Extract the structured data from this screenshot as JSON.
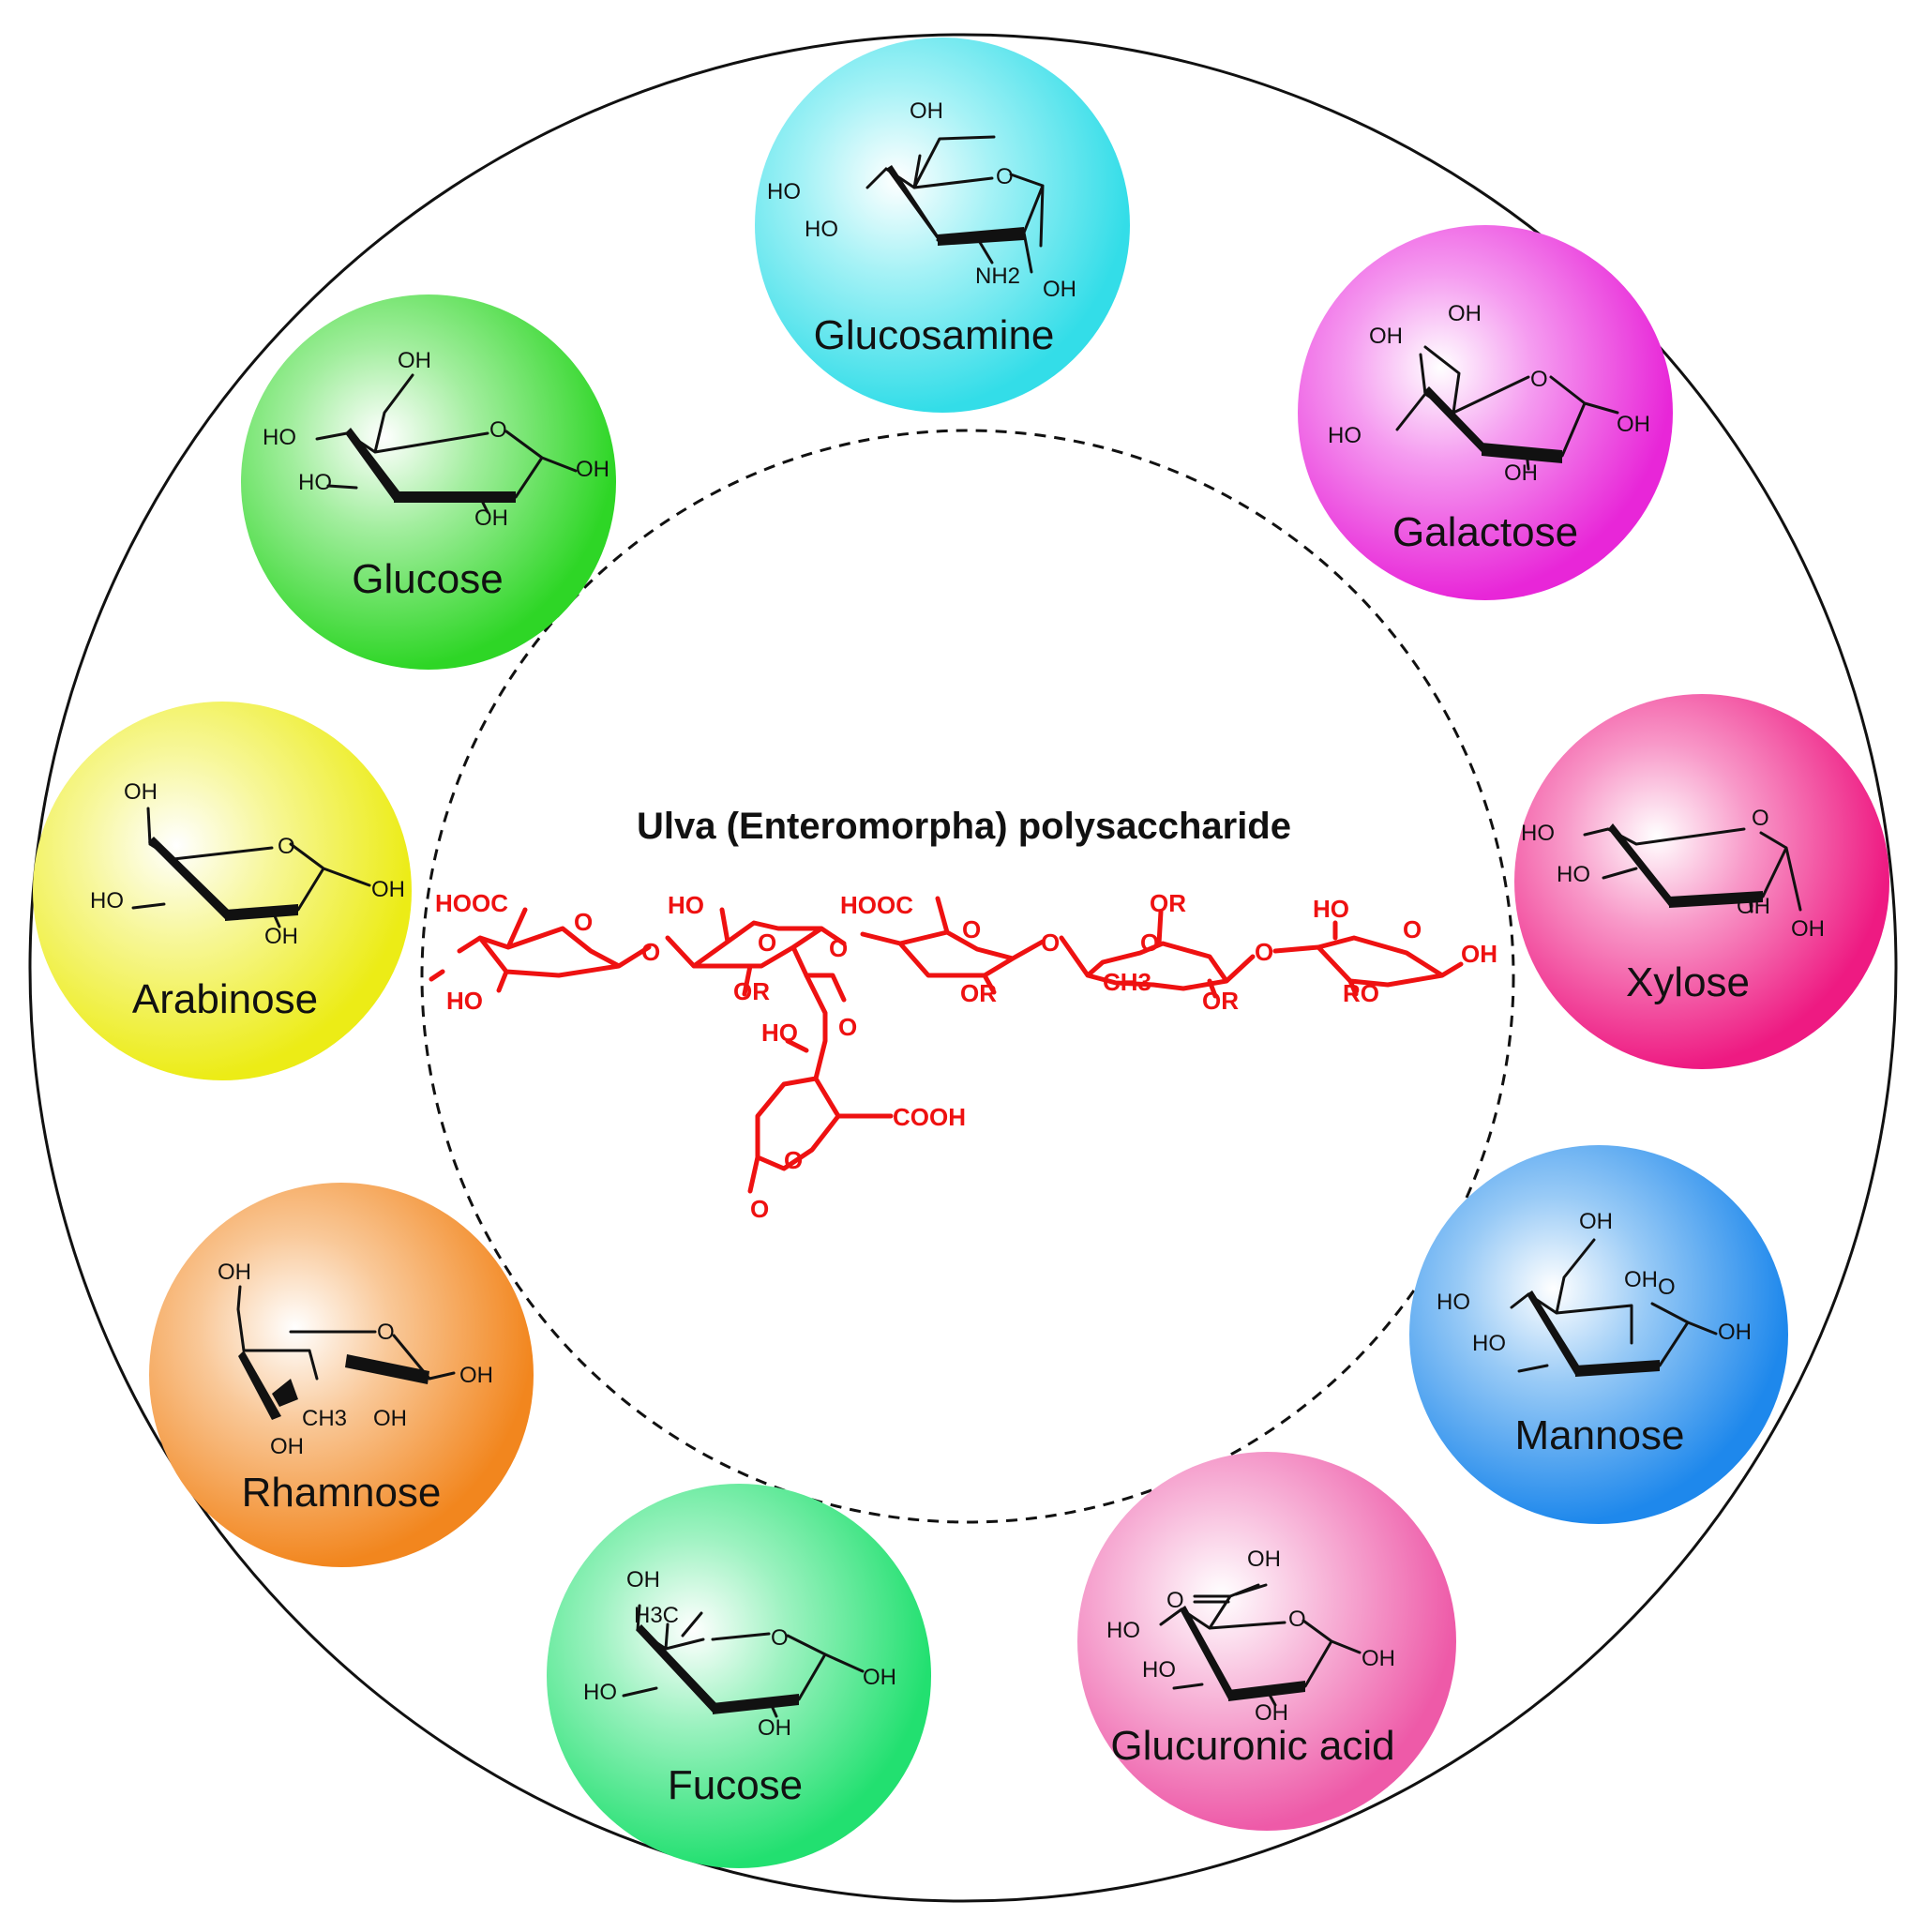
{
  "center": {
    "title": "Ulva (Enteromorpha) polysaccharide",
    "labels": [
      "HOOC",
      "O",
      "HO",
      "O",
      "HO",
      "O",
      "OR",
      "O",
      "HOOC",
      "O",
      "OR",
      "O",
      "CH3",
      "OR",
      "O",
      "OR",
      "O",
      "HO",
      "O",
      "RO",
      "OH",
      "O",
      "HO",
      "O",
      "COOH",
      "O"
    ]
  },
  "sugars": [
    {
      "name": "Glucosamine",
      "color": "#33dde8",
      "labels": [
        "OH",
        "O",
        "HO",
        "HO",
        "NH2",
        "OH"
      ]
    },
    {
      "name": "Galactose",
      "color": "#e826d8",
      "labels": [
        "OH",
        "OH",
        "O",
        "HO",
        "OH",
        "OH"
      ]
    },
    {
      "name": "Xylose",
      "color": "#ee1a82",
      "labels": [
        "HO",
        "O",
        "HO",
        "OH",
        "OH"
      ]
    },
    {
      "name": "Mannose",
      "color": "#1e88ec",
      "labels": [
        "OH",
        "OH",
        "O",
        "HO",
        "HO",
        "OH"
      ]
    },
    {
      "name": "Glucuronic acid",
      "color": "#ee5aa8",
      "labels": [
        "OH",
        "O",
        "O",
        "HO",
        "HO",
        "OH",
        "OH"
      ]
    },
    {
      "name": "Fucose",
      "color": "#22e070",
      "labels": [
        "OH",
        "H3C",
        "O",
        "HO",
        "OH",
        "OH"
      ]
    },
    {
      "name": "Rhamnose",
      "color": "#f2861e",
      "labels": [
        "OH",
        "O",
        "OH",
        "CH3",
        "OH",
        "OH"
      ]
    },
    {
      "name": "Arabinose",
      "color": "#ecec16",
      "labels": [
        "OH",
        "O",
        "HO",
        "OH",
        "OH"
      ]
    },
    {
      "name": "Glucose",
      "color": "#2ed626",
      "labels": [
        "OH",
        "O",
        "HO",
        "HO",
        "OH",
        "OH"
      ]
    }
  ]
}
